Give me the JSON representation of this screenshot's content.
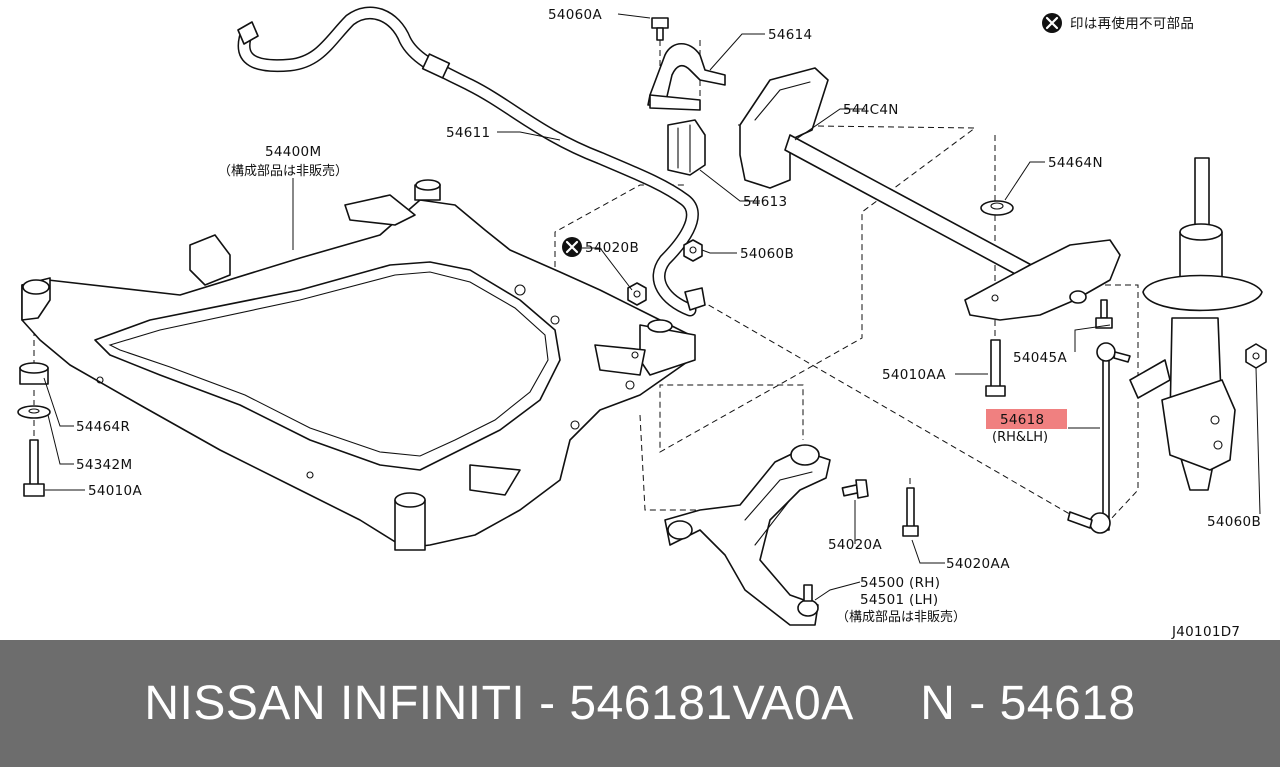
{
  "notice": {
    "icon": "not-reusable-mark-icon",
    "text": "印は再使用不可部品"
  },
  "diagram_code": "J40101D7",
  "parts": {
    "p54060A": "54060A",
    "p54614": "54614",
    "p544C4N": "544C4N",
    "p54611": "54611",
    "p54400M": "54400M",
    "p54400M_note": "（構成部品は非販売）",
    "p54613": "54613",
    "p54464N": "54464N",
    "p54020B": "54020B",
    "p54060B_upper": "54060B",
    "p54045A": "54045A",
    "p54010AA": "54010AA",
    "p54618": "54618",
    "p54618_side": "(RH&LH)",
    "p54464R": "54464R",
    "p54342M": "54342M",
    "p54010A": "54010A",
    "p54020A": "54020A",
    "p54020AA": "54020AA",
    "p54500": "54500 (RH)",
    "p54501": "54501 (LH)",
    "p5450x_note": "（構成部品は非販売）",
    "p54060B_right": "54060B"
  },
  "highlight": {
    "part": "54618",
    "color": "#f08080"
  },
  "footer": {
    "text": "NISSAN INFINITI - 546181VA0A     N - 54618"
  }
}
